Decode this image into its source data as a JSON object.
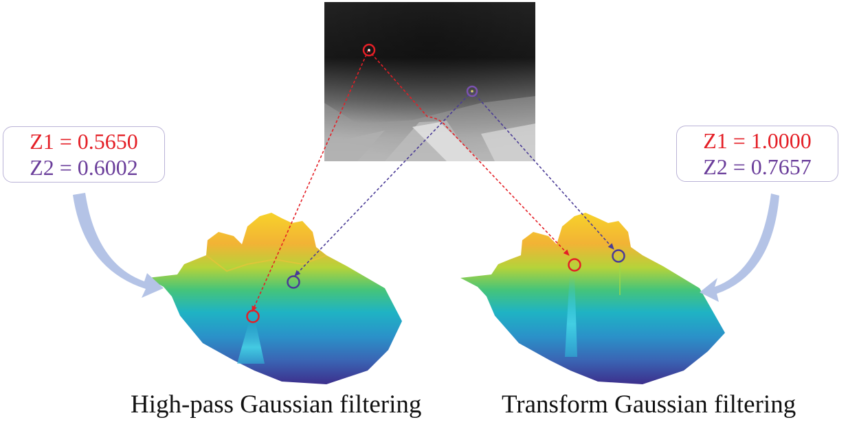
{
  "left_panel": {
    "z1_text": "Z1 = 0.5650",
    "z2_text": "Z2 = 0.6002",
    "caption": "High-pass Gaussian filtering"
  },
  "right_panel": {
    "z1_text": "Z1 = 1.0000",
    "z2_text": "Z2 = 0.7657",
    "caption": "Transform Gaussian filtering"
  },
  "colors": {
    "point1": "#e41f26",
    "point2": "#6a3d9a",
    "box_border": "#b9b2d6",
    "arrow_fill": "#b4c3e6"
  }
}
